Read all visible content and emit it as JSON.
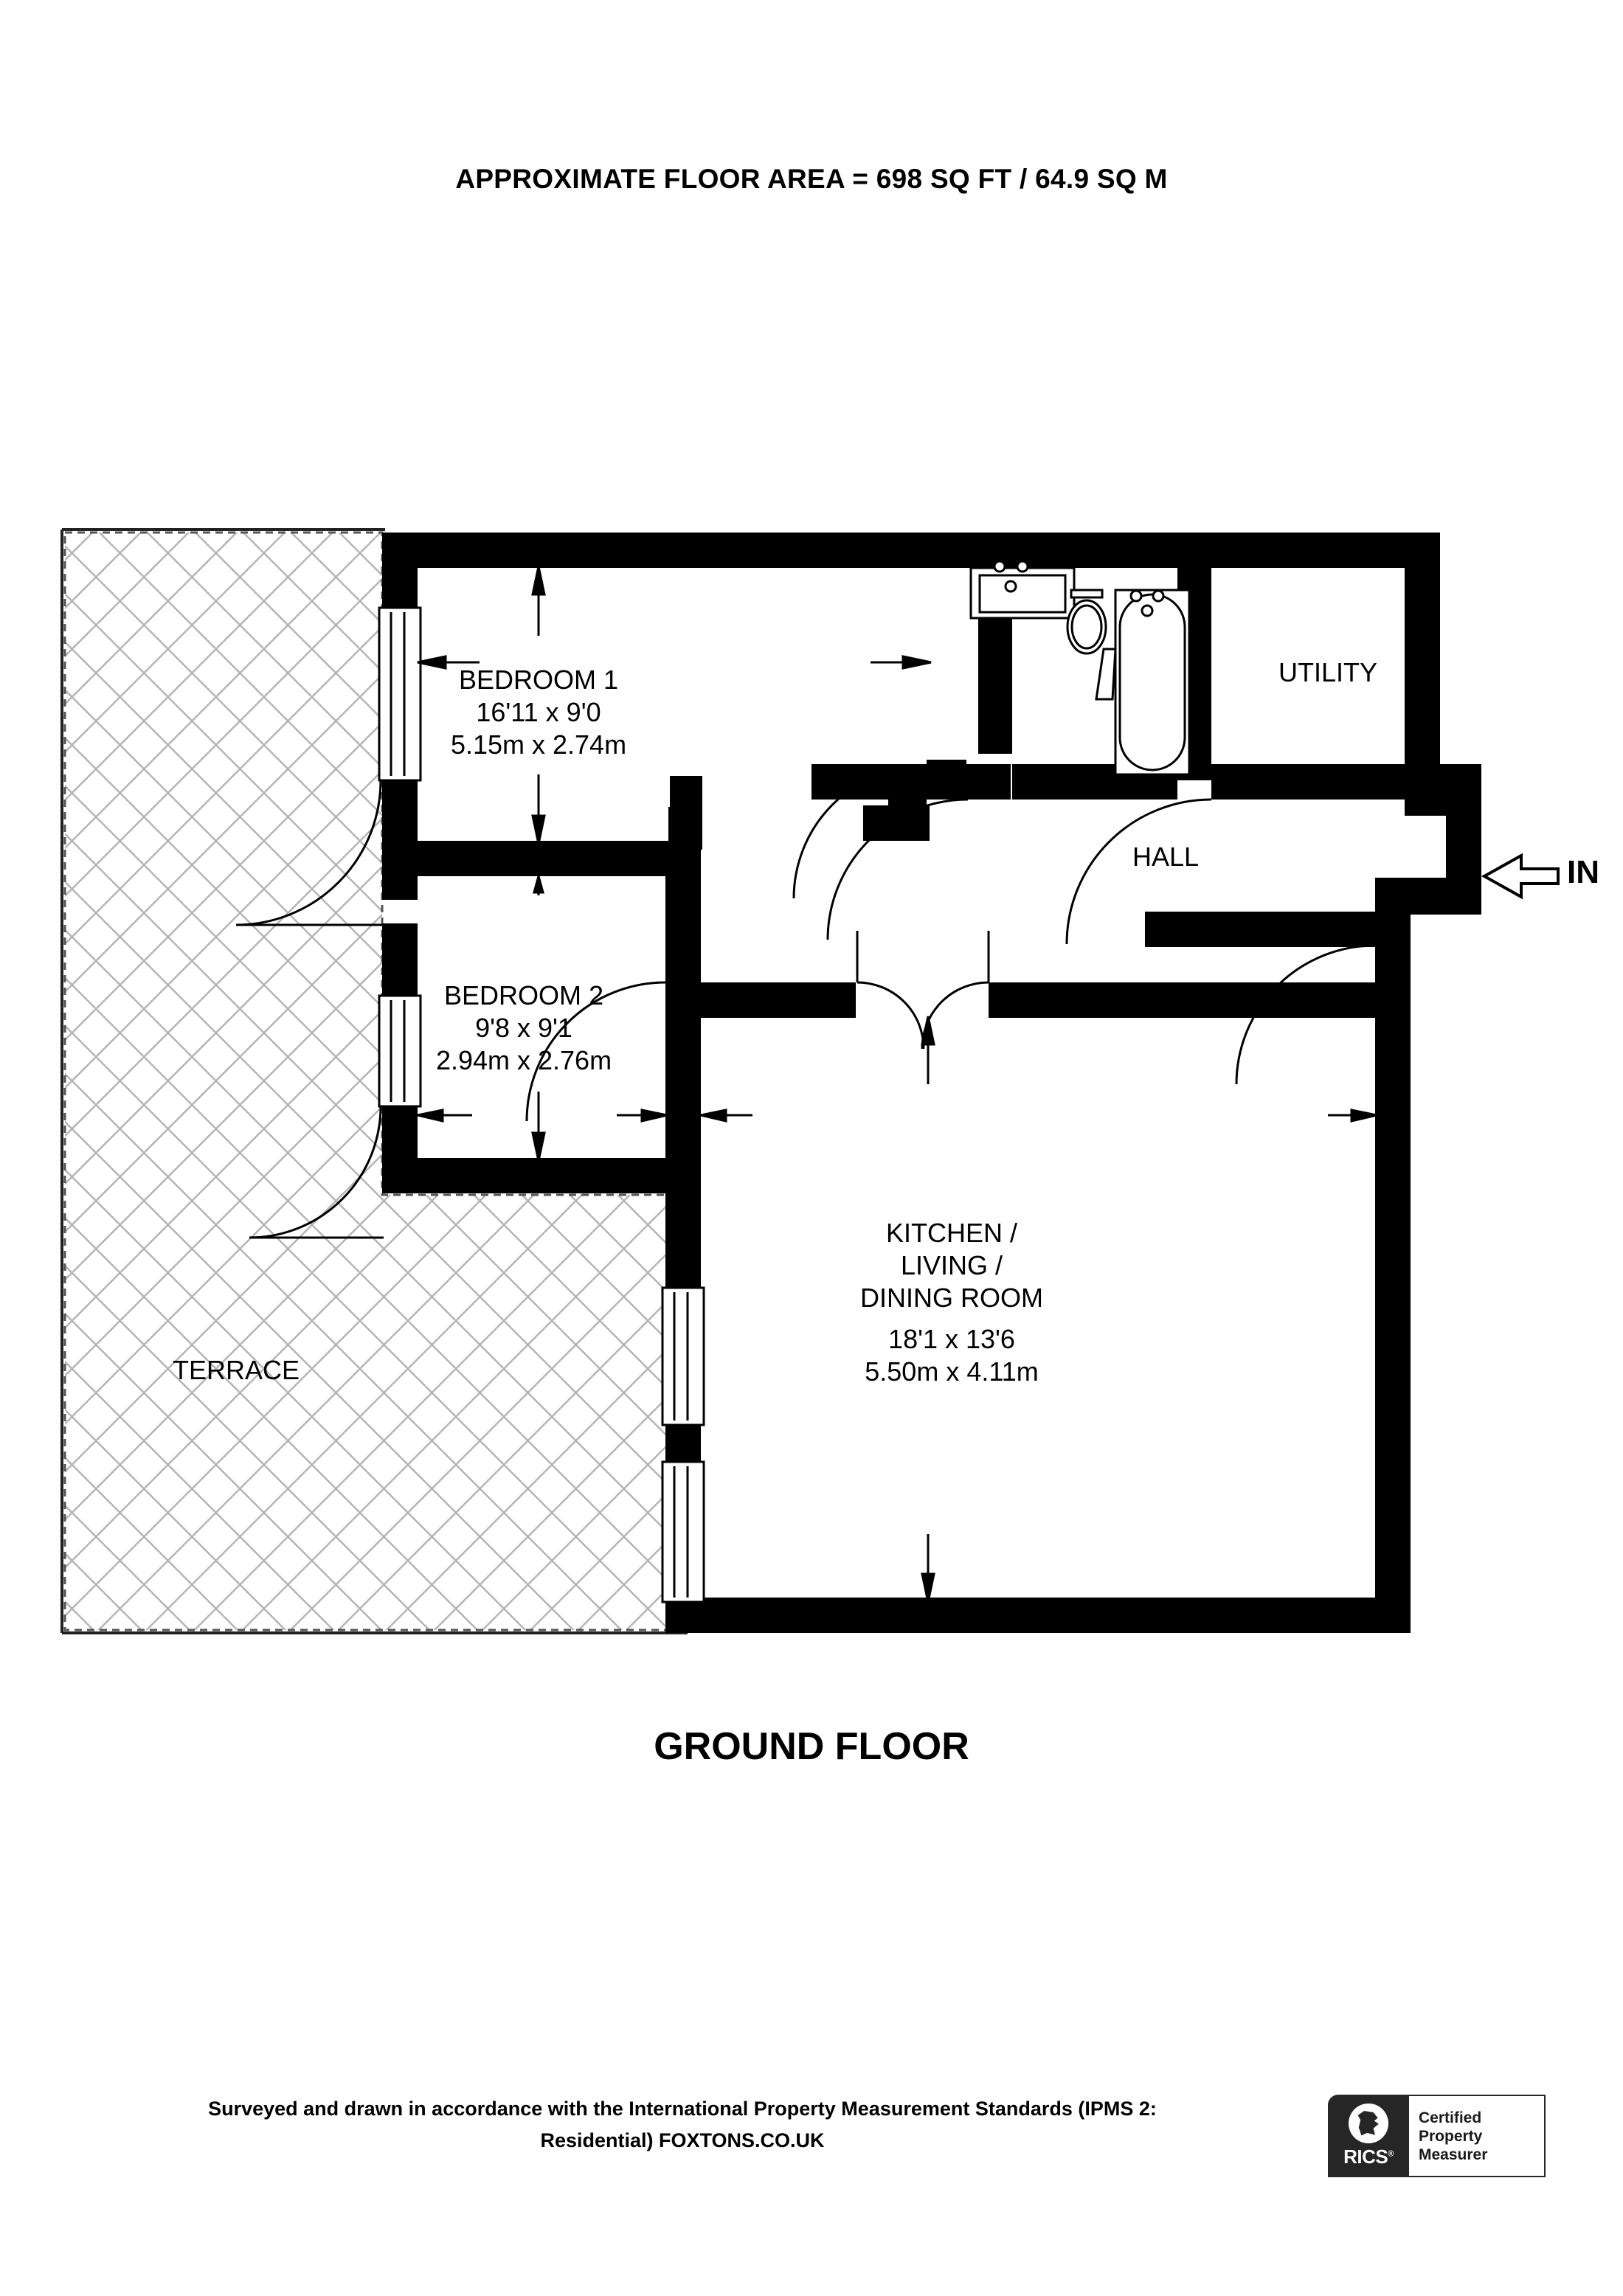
{
  "header": {
    "title": "APPROXIMATE FLOOR AREA = 698 SQ FT / 64.9 SQ M"
  },
  "floor_caption": "GROUND FLOOR",
  "rooms": [
    {
      "key": "bedroom1",
      "name": "BEDROOM 1",
      "dimensions_imperial": "16'11 x 9'0",
      "dimensions_metric": "5.15m x 2.74m"
    },
    {
      "key": "bedroom2",
      "name": "BEDROOM 2",
      "dimensions_imperial": "9'8 x 9'1",
      "dimensions_metric": "2.94m x 2.76m"
    },
    {
      "key": "kitchen",
      "name": "KITCHEN /\nLIVING /\nDINING ROOM",
      "dimensions_imperial": "18'1 x 13'6",
      "dimensions_metric": "5.50m x 4.11m"
    },
    {
      "key": "utility",
      "name": "UTILITY",
      "dimensions_imperial": "",
      "dimensions_metric": ""
    },
    {
      "key": "hall",
      "name": "HALL",
      "dimensions_imperial": "",
      "dimensions_metric": ""
    },
    {
      "key": "terrace",
      "name": "TERRACE",
      "dimensions_imperial": "",
      "dimensions_metric": ""
    }
  ],
  "entrance": {
    "label": "IN",
    "arrow_direction": "left"
  },
  "footer": {
    "line1": "Surveyed and drawn in accordance with the International Property Measurement Standards (IPMS 2:",
    "line2": "Residential) FOXTONS.CO.UK"
  },
  "badge": {
    "mark_word": "RICS",
    "registered_symbol": "®",
    "line1": "Certified",
    "line2": "Property",
    "line3": "Measurer"
  },
  "colors": {
    "wall": "#000000",
    "background": "#ffffff",
    "hatch": "#b3b3b3",
    "text": "#000000",
    "badge_dark": "#262626"
  },
  "fixtures": [
    {
      "name": "bathroom-sink"
    },
    {
      "name": "toilet"
    },
    {
      "name": "bathtub"
    }
  ]
}
